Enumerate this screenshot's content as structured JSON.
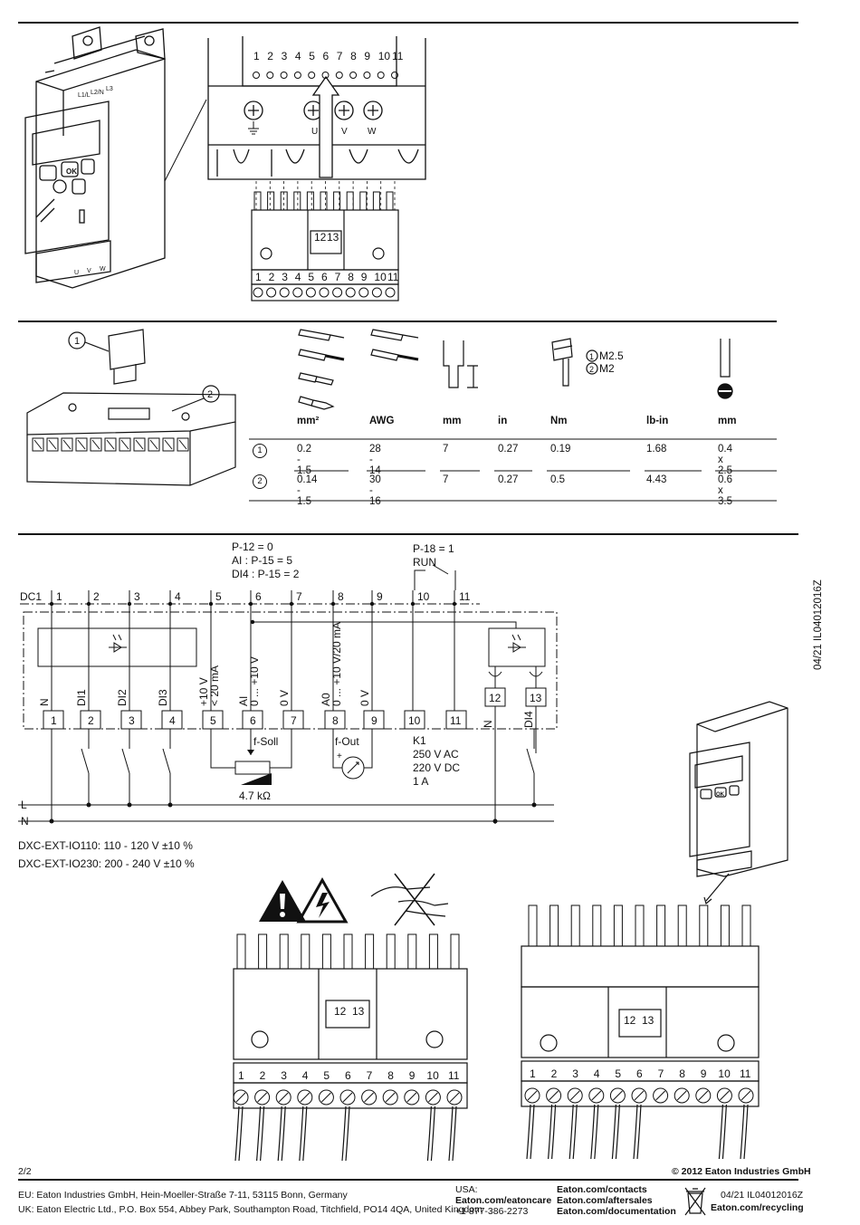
{
  "terminals": {
    "numbers": [
      "1",
      "2",
      "3",
      "4",
      "5",
      "6",
      "7",
      "8",
      "9",
      "10",
      "11"
    ],
    "extra": [
      "12",
      "13"
    ],
    "power_labels": [
      "U",
      "V",
      "W"
    ],
    "device_labels": [
      "L1/L",
      "L2/N",
      "L3"
    ],
    "keypad_ok": "OK"
  },
  "spec_table": {
    "callouts": [
      "1",
      "2"
    ],
    "screw_sizes": [
      {
        "num": "1",
        "size": "M2.5"
      },
      {
        "num": "2",
        "size": "M2"
      }
    ],
    "headers": [
      "mm²",
      "AWG",
      "mm",
      "in",
      "Nm",
      "lb-in",
      "mm"
    ],
    "rows": [
      {
        "num": "1",
        "cells": [
          "0.2 - 1.5",
          "28 - 14",
          "7",
          "0.27",
          "0.19",
          "1.68",
          "0.4 x 2.5"
        ]
      },
      {
        "num": "2",
        "cells": [
          "0.14 - 1.5",
          "30 - 16",
          "7",
          "0.27",
          "0.5",
          "4.43",
          "0.6 x 3.5"
        ]
      }
    ]
  },
  "schematic": {
    "params": [
      "P-12 = 0",
      "AI : P-15 = 5",
      "DI4 : P-15 = 2"
    ],
    "relay_params": [
      "P-18 = 1",
      "RUN"
    ],
    "dc1_label": "DC1",
    "pins": [
      "1",
      "2",
      "3",
      "4",
      "5",
      "6",
      "7",
      "8",
      "9",
      "10",
      "11"
    ],
    "pin_labels": [
      "N",
      "DI1",
      "DI2",
      "DI3",
      "+10 V\n< 20 mA",
      "AI\n0 ... +10 V",
      "0 V",
      "A0\n0 ... +10 V/20 mA",
      "0 V",
      "",
      ""
    ],
    "right_labels": [
      "N",
      "DI4"
    ],
    "fsoll": "f-Soll",
    "fout": "f-Out",
    "plus": "+",
    "pot": "4.7 kΩ",
    "relay": [
      "K1",
      "250 V AC",
      "220 V DC",
      "1 A"
    ],
    "lines": [
      "L",
      "N"
    ],
    "models": [
      "DXC-EXT-IO110: 110 - 120 V ±10 %",
      "DXC-EXT-IO230: 200 - 240 V ±10 %"
    ]
  },
  "side_code": "04/21 IL04012016Z",
  "footer": {
    "page": "2/2",
    "copyright": "© 2012 Eaton Industries GmbH",
    "eu": "EU: Eaton Industries GmbH, Hein-Moeller-Straße 7-11, 53115 Bonn, Germany",
    "uk": "UK: Eaton Electric Ltd., P.O. Box 554, Abbey Park, Southampton Road, Titchfield, PO14 4QA, United Kingdom",
    "usa_label": "USA:",
    "usa_link": "Eaton.com/eatoncare",
    "usa_phone": "+1 877-386-2273",
    "links": [
      "Eaton.com/contacts",
      "Eaton.com/aftersales",
      "Eaton.com/documentation"
    ],
    "code": "04/21 IL04012016Z",
    "recycling": "Eaton.com/recycling"
  }
}
